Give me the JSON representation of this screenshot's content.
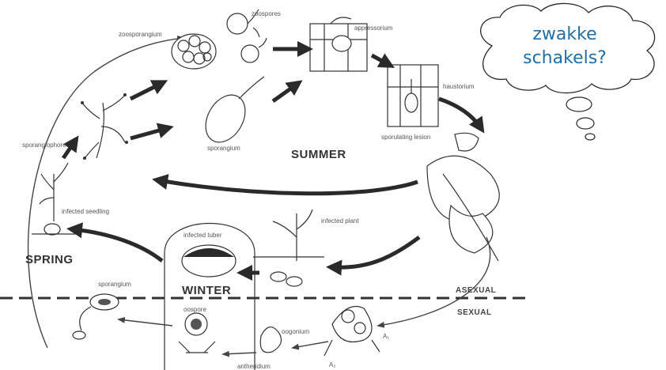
{
  "labels": {
    "zoospores": "zoospores",
    "zoosporangium": "zoosporangium",
    "appressorium": "appressorium",
    "haustorium": "haustorium",
    "sporulating_lesion": "sporulating lesion",
    "sporangium_top": "sporangium",
    "sporangiophore": "sporangiophore",
    "infected_seedling": "infected seedling",
    "infected_plant": "infected plant",
    "infected_tuber": "infected tuber",
    "sporangium_bottom": "sporangium",
    "oospore": "oospore",
    "oogonium": "oogonium",
    "antheridium": "antheridium",
    "a1": "A₁",
    "a2": "A₂"
  },
  "seasons": {
    "summer": "SUMMER",
    "spring": "SPRING",
    "winter": "WINTER"
  },
  "phases": {
    "asexual": "ASEXUAL",
    "sexual": "SEXUAL"
  },
  "thought_bubble": {
    "line1": "zwakke",
    "line2": "schakels?",
    "text_color": "#1f6fa8"
  }
}
